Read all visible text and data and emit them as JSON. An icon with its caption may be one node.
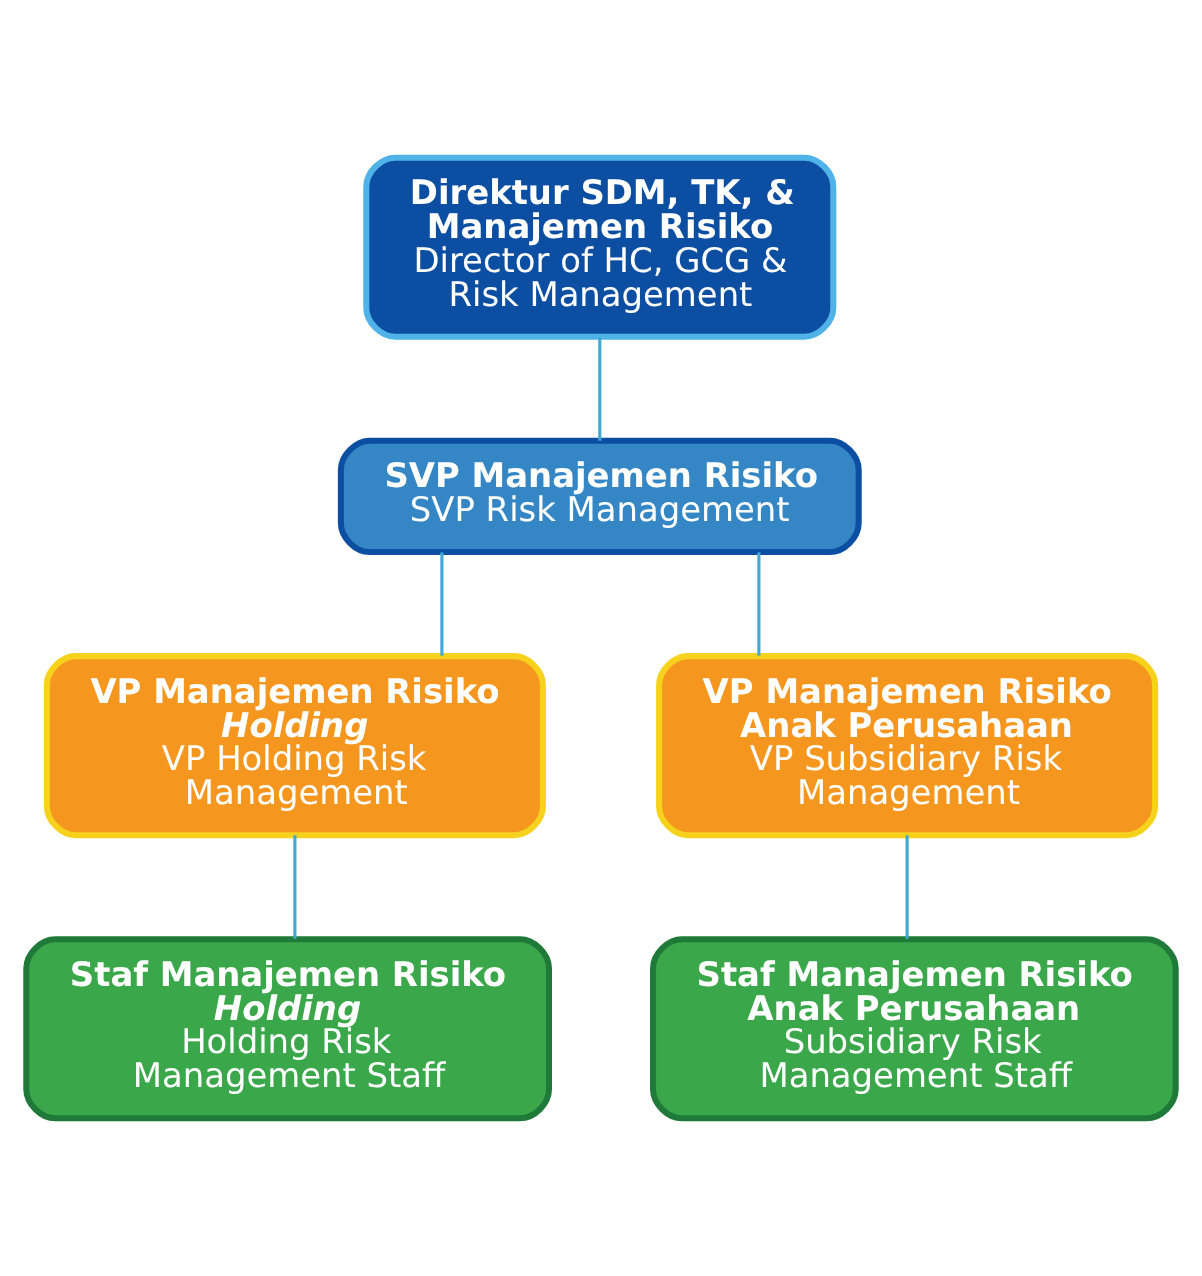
{
  "diagram": {
    "nodes": [
      {
        "text": [
          "Direktur SDM, TK, & Manajemen Risiko",
          "Director of HC, GCG & Risk Management"
        ]
      },
      {
        "text": [
          "SVP Manajemen Risiko",
          "SVP Risk Management"
        ]
      },
      {
        "text": [
          "VP Manajemen Risiko *Holding*",
          "VP Holding Risk Management"
        ]
      },
      {
        "text": [
          "VP Manajemen Risiko Anak Perusahaan",
          "VP Subsidiary Risk Management"
        ]
      },
      {
        "text": [
          "Staf Manajemen Risiko *Holding*",
          "Holding Risk Management Staff"
        ]
      },
      {
        "text": [
          "Staf Manajemen Risiko Anak Perusahaan",
          "Subsidiary Risk Management Staff"
        ]
      }
    ],
    "edges": [
      {
        "from": 0,
        "to": 1,
        "arrow": "none"
      },
      {
        "from": 1,
        "to": 2,
        "arrow": "none"
      },
      {
        "from": 1,
        "to": 3,
        "arrow": "none"
      },
      {
        "from": 2,
        "to": 4,
        "arrow": "none"
      },
      {
        "from": 3,
        "to": 5,
        "arrow": "none"
      }
    ]
  }
}
